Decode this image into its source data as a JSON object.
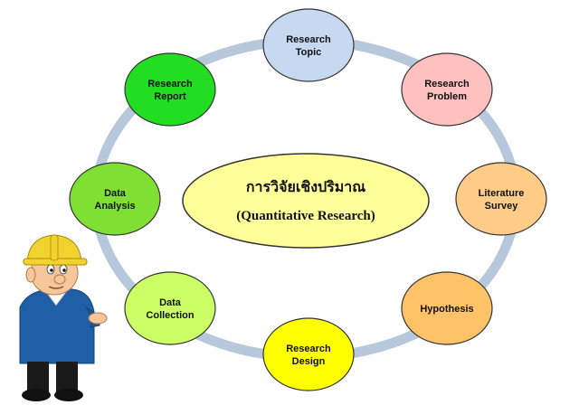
{
  "diagram": {
    "center": {
      "line1": "การวิจัยเชิงปริมาณ",
      "line2": "(Quantitative Research)",
      "fill": "#FFFF99"
    },
    "ring_color": "#B8C8DC",
    "nodes": [
      {
        "id": "research-topic",
        "lines": [
          "Research",
          "Topic"
        ],
        "fill": "#C6D9F1"
      },
      {
        "id": "research-problem",
        "lines": [
          "Research",
          "Problem"
        ],
        "fill": "#FFC0C0"
      },
      {
        "id": "literature-survey",
        "lines": [
          "Literature",
          "Survey"
        ],
        "fill": "#FFCC88"
      },
      {
        "id": "hypothesis",
        "lines": [
          "Hypothesis"
        ],
        "fill": "#FFC266"
      },
      {
        "id": "research-design",
        "lines": [
          "Research",
          "Design"
        ],
        "fill": "#FFFF00"
      },
      {
        "id": "data-collection",
        "lines": [
          "Data",
          "Collection"
        ],
        "fill": "#CCFF66"
      },
      {
        "id": "data-analysis",
        "lines": [
          "Data",
          "Analysis"
        ],
        "fill": "#7FE033"
      },
      {
        "id": "research-report",
        "lines": [
          "Research",
          "Report"
        ],
        "fill": "#22DD22"
      }
    ],
    "character": {
      "helmet_color": "#F2D22E",
      "shirt_color": "#1F5FA8",
      "skin_color": "#F5C79A"
    }
  }
}
